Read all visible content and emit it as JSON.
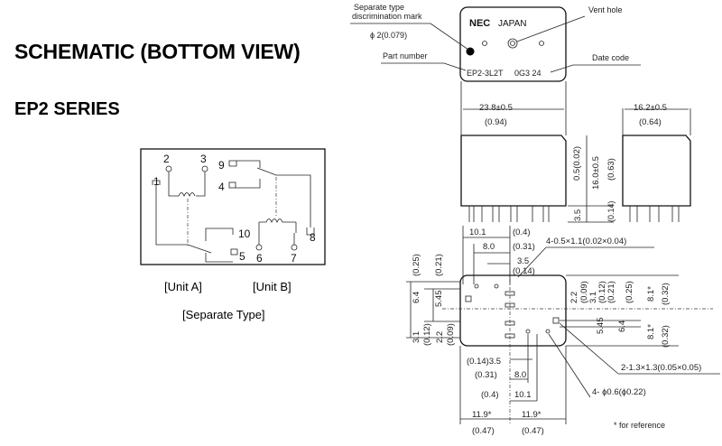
{
  "title": "SCHEMATIC (BOTTOM VIEW)",
  "series": "EP2 SERIES",
  "schematic": {
    "pins": [
      "1",
      "2",
      "3",
      "4",
      "5",
      "6",
      "7",
      "8",
      "9",
      "10"
    ],
    "unit_a": "[Unit A]",
    "unit_b": "[Unit B]",
    "type_label": "[Separate Type]"
  },
  "top_view": {
    "brand": "NEC",
    "origin": "JAPAN",
    "part_number": "EP2-3L2T",
    "date_code": "0G3  24",
    "callouts": {
      "discrimination_mark": "Separate type discrimination mark",
      "discrimination_mark_line1": "Separate type",
      "discrimination_mark_line2": "discrimination mark",
      "mark_size": "ϕ 2(0.079)",
      "vent_hole": "Vent hole",
      "part_number": "Part number",
      "date_code": "Date code"
    }
  },
  "dimensions": {
    "width": "23.8±0.5",
    "width_in": "(0.94)",
    "depth": "16.2±0.5",
    "depth_in": "(0.64)",
    "height": "16.0±0.5",
    "height_in": "(0.63)",
    "standoff": "0.5(0.02)",
    "pin_len": "3.5",
    "pin_len_in": "(0.14)",
    "top_10_1": "10.1",
    "top_0_4": "(0.4)",
    "top_8_0": "8.0",
    "top_0_31": "(0.31)",
    "top_3_5": "3.5",
    "top_0_14": "(0.14)",
    "slot_pins": "4-0.5×1.1(0.02×0.04)",
    "left_6_4": "6.4",
    "left_0_25": "(0.25)",
    "left_5_45": "5.45",
    "left_0_21": "(0.21)",
    "left_3_1": "3.1",
    "left_0_12": "(0.12)",
    "left_2_2": "2.2",
    "left_0_09": "(0.09)",
    "right_2_2": "2.2",
    "right_0_09": "(0.09)",
    "right_3_1": "3.1",
    "right_0_12": "(0.12)",
    "right_0_21": "(0.21)",
    "right_0_25": "(0.25)",
    "right_5_45": "5.45",
    "right_6_4": "6.4",
    "right_8_1a": "8.1*",
    "right_0_32a": "(0.32)",
    "right_8_1b": "8.1*",
    "right_0_32b": "(0.32)",
    "bot_3_5": "(0.14)3.5",
    "bot_0_31": "(0.31)",
    "bot_8_0": "8.0",
    "bot_0_4": "(0.4)",
    "bot_10_1": "10.1",
    "bot_11_9a": "11.9*",
    "bot_0_47a": "(0.47)",
    "bot_11_9b": "11.9*",
    "bot_0_47b": "(0.47)",
    "square_pins": "2-1.3×1.3(0.05×0.05)",
    "round_pins": "4- ϕ0.6(ϕ0.22)",
    "footnote": "* for reference"
  }
}
